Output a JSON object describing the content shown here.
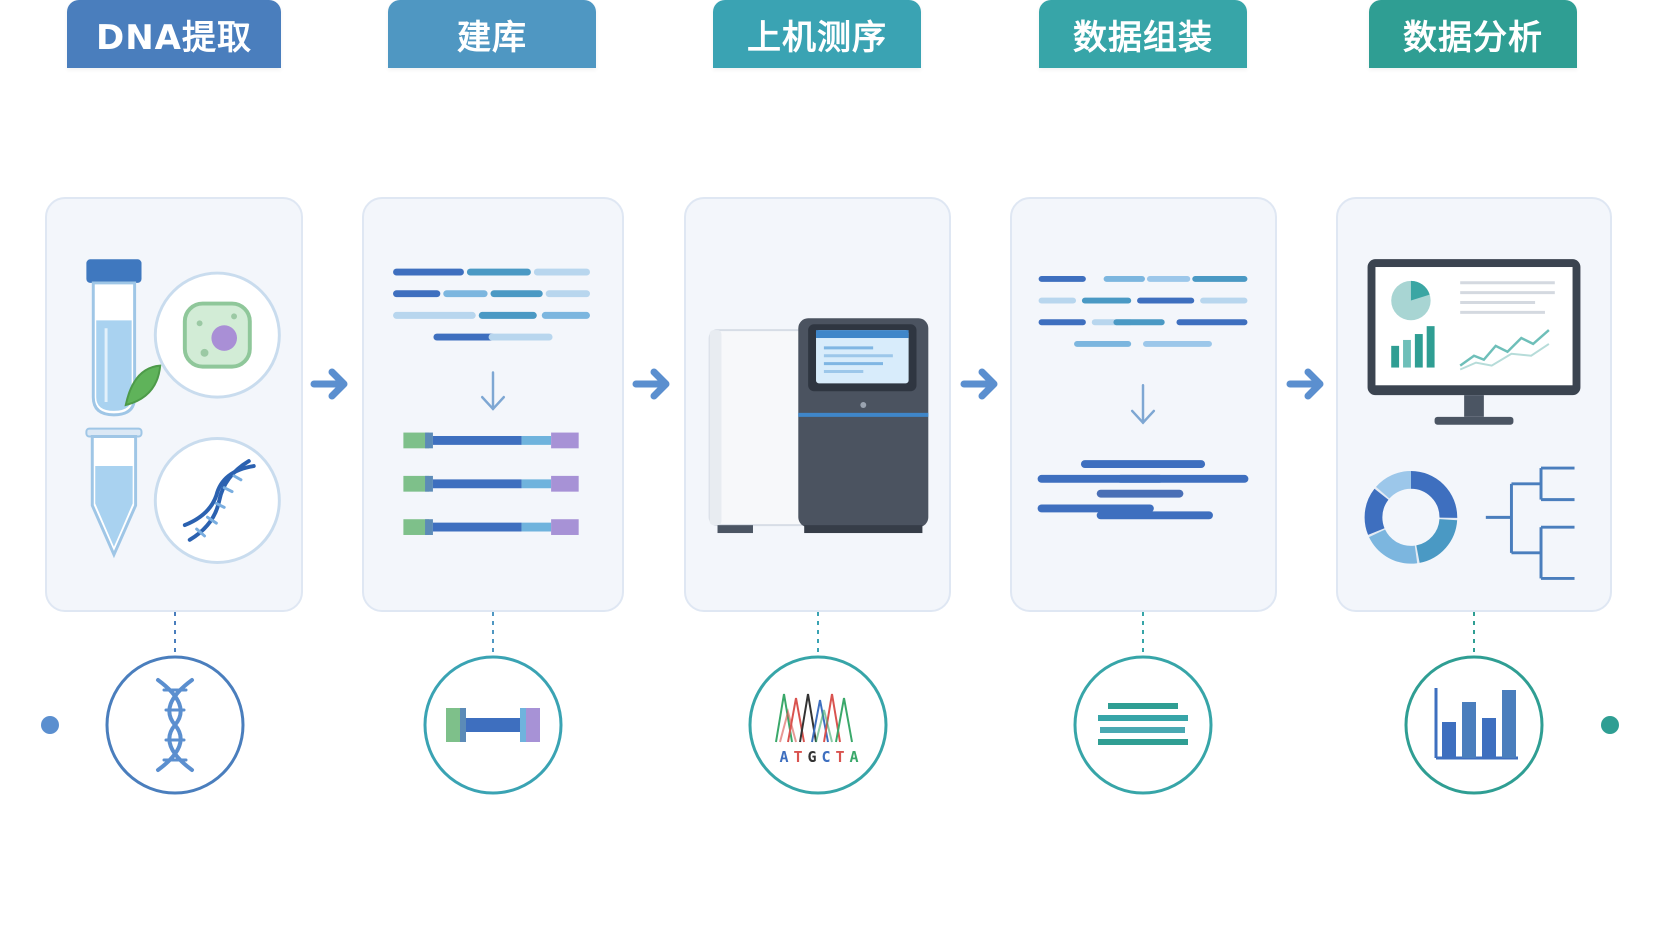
{
  "steps": [
    {
      "label": "DNA提取",
      "color": "#4a7ebd"
    },
    {
      "label": "建库",
      "color": "#4f97c2"
    },
    {
      "label": "上机测序",
      "color": "#3aa3b3"
    },
    {
      "label": "数据组装",
      "color": "#37a5a8"
    },
    {
      "label": "数据分析",
      "color": "#2f9e93"
    }
  ],
  "timeline": {
    "sequence_letters": [
      "A",
      "T",
      "G",
      "C",
      "T",
      "A"
    ]
  },
  "icons": [
    "test-tube-icon",
    "cell-icon",
    "leaf-icon",
    "conical-tube-icon",
    "dna-helix-icon",
    "fragments-icon",
    "down-arrow-icon",
    "adapter-fragment-icon",
    "sequencer-machine-icon",
    "reads-icon",
    "assembled-contig-icon",
    "monitor-dashboard-icon",
    "donut-chart-icon",
    "tree-icon",
    "chromatogram-icon",
    "bar-chart-icon",
    "arrow-right-icon"
  ],
  "colors": {
    "card_bg": "#f3f6fb",
    "card_border": "#dfe7f3",
    "arrow": "#5b8fcf",
    "timeline_line_start": "#4a7ebd",
    "timeline_line_end": "#2f9e93"
  }
}
